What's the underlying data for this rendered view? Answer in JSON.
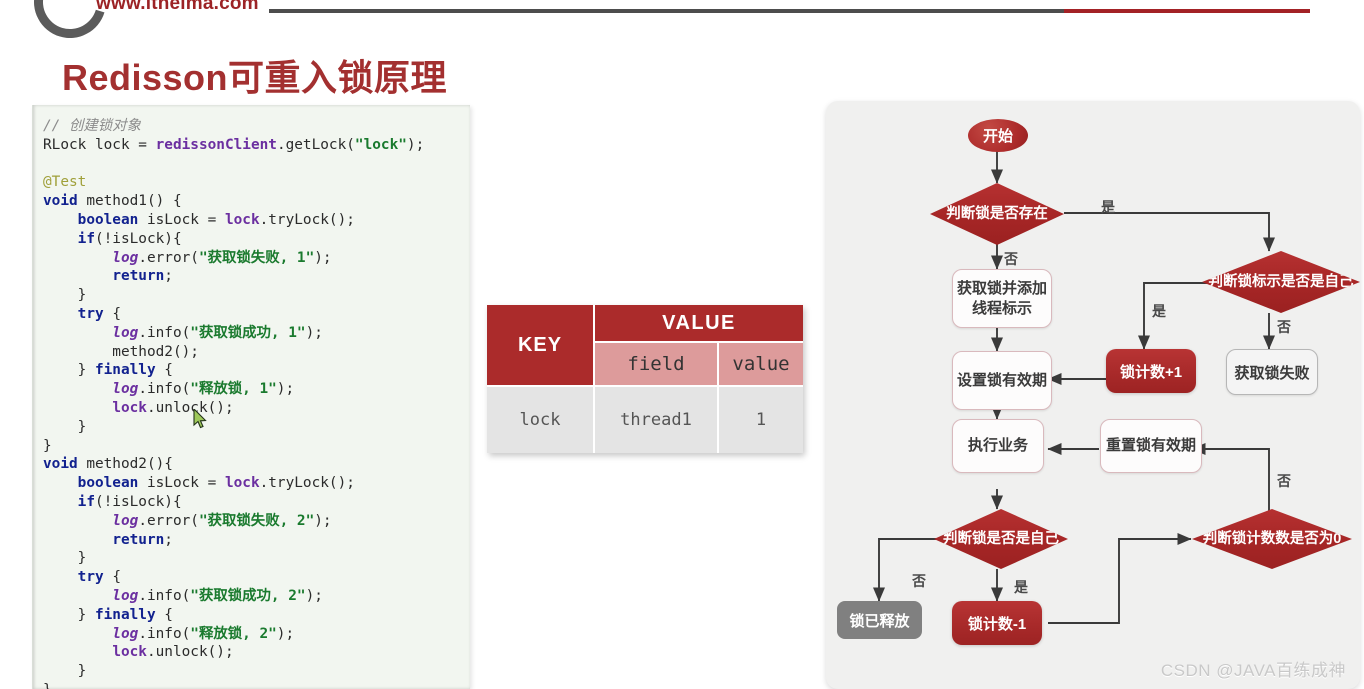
{
  "header": {
    "logo_text": "www.itheima.com",
    "logo_icon": "itheima-ring-logo",
    "rule_dark_color": "#4d4d4d",
    "rule_red_color": "#a32226"
  },
  "page_title": "Redisson可重入锁原理",
  "title_color": "#a33030",
  "code_panel": {
    "language": "java",
    "background": "#f2f6f0",
    "lines": [
      [
        {
          "t": "// 创建锁对象",
          "c": "cmt"
        }
      ],
      [
        {
          "t": "RLock lock = ",
          "c": "plain"
        },
        {
          "t": "redissonClient",
          "c": "var"
        },
        {
          "t": ".getLock(",
          "c": "plain"
        },
        {
          "t": "\"lock\"",
          "c": "str"
        },
        {
          "t": ");",
          "c": "plain"
        }
      ],
      [],
      [
        {
          "t": "@Test",
          "c": "ann"
        }
      ],
      [
        {
          "t": "void",
          "c": "kw"
        },
        {
          "t": " method1() {",
          "c": "plain"
        }
      ],
      [
        {
          "t": "    ",
          "c": "plain"
        },
        {
          "t": "boolean",
          "c": "kw"
        },
        {
          "t": " isLock = ",
          "c": "plain"
        },
        {
          "t": "lock",
          "c": "var"
        },
        {
          "t": ".tryLock();",
          "c": "plain"
        }
      ],
      [
        {
          "t": "    ",
          "c": "plain"
        },
        {
          "t": "if",
          "c": "kw"
        },
        {
          "t": "(!isLock){",
          "c": "plain"
        }
      ],
      [
        {
          "t": "        ",
          "c": "plain"
        },
        {
          "t": "log",
          "c": "varit"
        },
        {
          "t": ".error(",
          "c": "plain"
        },
        {
          "t": "\"获取锁失败, 1\"",
          "c": "str"
        },
        {
          "t": ");",
          "c": "plain"
        }
      ],
      [
        {
          "t": "        ",
          "c": "plain"
        },
        {
          "t": "return",
          "c": "kw"
        },
        {
          "t": ";",
          "c": "plain"
        }
      ],
      [
        {
          "t": "    }",
          "c": "plain"
        }
      ],
      [
        {
          "t": "    ",
          "c": "plain"
        },
        {
          "t": "try",
          "c": "kw"
        },
        {
          "t": " {",
          "c": "plain"
        }
      ],
      [
        {
          "t": "        ",
          "c": "plain"
        },
        {
          "t": "log",
          "c": "varit"
        },
        {
          "t": ".info(",
          "c": "plain"
        },
        {
          "t": "\"获取锁成功, 1\"",
          "c": "str"
        },
        {
          "t": ");",
          "c": "plain"
        }
      ],
      [
        {
          "t": "        method2();",
          "c": "plain"
        }
      ],
      [
        {
          "t": "    } ",
          "c": "plain"
        },
        {
          "t": "finally",
          "c": "kw"
        },
        {
          "t": " {",
          "c": "plain"
        }
      ],
      [
        {
          "t": "        ",
          "c": "plain"
        },
        {
          "t": "log",
          "c": "varit"
        },
        {
          "t": ".info(",
          "c": "plain"
        },
        {
          "t": "\"释放锁, 1\"",
          "c": "str"
        },
        {
          "t": ");",
          "c": "plain"
        }
      ],
      [
        {
          "t": "        ",
          "c": "plain"
        },
        {
          "t": "lock",
          "c": "var"
        },
        {
          "t": ".unlock();",
          "c": "plain"
        }
      ],
      [
        {
          "t": "    }",
          "c": "plain"
        }
      ],
      [
        {
          "t": "}",
          "c": "plain"
        }
      ],
      [
        {
          "t": "void",
          "c": "kw"
        },
        {
          "t": " method2(){",
          "c": "plain"
        }
      ],
      [
        {
          "t": "    ",
          "c": "plain"
        },
        {
          "t": "boolean",
          "c": "kw"
        },
        {
          "t": " isLock = ",
          "c": "plain"
        },
        {
          "t": "lock",
          "c": "var"
        },
        {
          "t": ".tryLock();",
          "c": "plain"
        }
      ],
      [
        {
          "t": "    ",
          "c": "plain"
        },
        {
          "t": "if",
          "c": "kw"
        },
        {
          "t": "(!isLock){",
          "c": "plain"
        }
      ],
      [
        {
          "t": "        ",
          "c": "plain"
        },
        {
          "t": "log",
          "c": "varit"
        },
        {
          "t": ".error(",
          "c": "plain"
        },
        {
          "t": "\"获取锁失败, 2\"",
          "c": "str"
        },
        {
          "t": ");",
          "c": "plain"
        }
      ],
      [
        {
          "t": "        ",
          "c": "plain"
        },
        {
          "t": "return",
          "c": "kw"
        },
        {
          "t": ";",
          "c": "plain"
        }
      ],
      [
        {
          "t": "    }",
          "c": "plain"
        }
      ],
      [
        {
          "t": "    ",
          "c": "plain"
        },
        {
          "t": "try",
          "c": "kw"
        },
        {
          "t": " {",
          "c": "plain"
        }
      ],
      [
        {
          "t": "        ",
          "c": "plain"
        },
        {
          "t": "log",
          "c": "varit"
        },
        {
          "t": ".info(",
          "c": "plain"
        },
        {
          "t": "\"获取锁成功, 2\"",
          "c": "str"
        },
        {
          "t": ");",
          "c": "plain"
        }
      ],
      [
        {
          "t": "    } ",
          "c": "plain"
        },
        {
          "t": "finally",
          "c": "kw"
        },
        {
          "t": " {",
          "c": "plain"
        }
      ],
      [
        {
          "t": "        ",
          "c": "plain"
        },
        {
          "t": "log",
          "c": "varit"
        },
        {
          "t": ".info(",
          "c": "plain"
        },
        {
          "t": "\"释放锁, 2\"",
          "c": "str"
        },
        {
          "t": ");",
          "c": "plain"
        }
      ],
      [
        {
          "t": "        ",
          "c": "plain"
        },
        {
          "t": "lock",
          "c": "var"
        },
        {
          "t": ".unlock();",
          "c": "plain"
        }
      ],
      [
        {
          "t": "    }",
          "c": "plain"
        }
      ],
      [
        {
          "t": "}",
          "c": "plain"
        }
      ]
    ]
  },
  "kv_table": {
    "key_header": "KEY",
    "value_header": "VALUE",
    "sub_headers": {
      "field": "field",
      "value": "value"
    },
    "row": {
      "key": "lock",
      "field": "thread1",
      "value": "1"
    },
    "header_color": "#ab2b2b",
    "subheader_color": "#dd9b9b",
    "cell_color": "#e4e4e4"
  },
  "flowchart": {
    "background": "#f0f0ef",
    "nodes": {
      "start": "开始",
      "check_lock_exists": "判断锁是否存在",
      "acquire_lock_add_thread_id": "获取锁并添加线程标示",
      "set_lock_ttl": "设置锁有效期",
      "check_lock_id_is_self": "判断锁标示是否是自己",
      "lock_count_plus_1": "锁计数+1",
      "acquire_lock_failed": "获取锁失败",
      "execute_business": "执行业务",
      "reset_lock_ttl": "重置锁有效期",
      "check_lock_is_self": "判断锁是否是自己",
      "check_count_is_zero": "判断锁计数数是否为0",
      "lock_released": "锁已释放",
      "lock_count_minus_1": "锁计数-1"
    },
    "edge_labels": {
      "exists_yes": "是",
      "exists_no": "否",
      "id_self_yes": "是",
      "id_self_no": "否",
      "is_self_no": "否",
      "is_self_yes": "是",
      "count_zero_no": "否"
    }
  },
  "watermark": "CSDN @JAVA百练成神"
}
